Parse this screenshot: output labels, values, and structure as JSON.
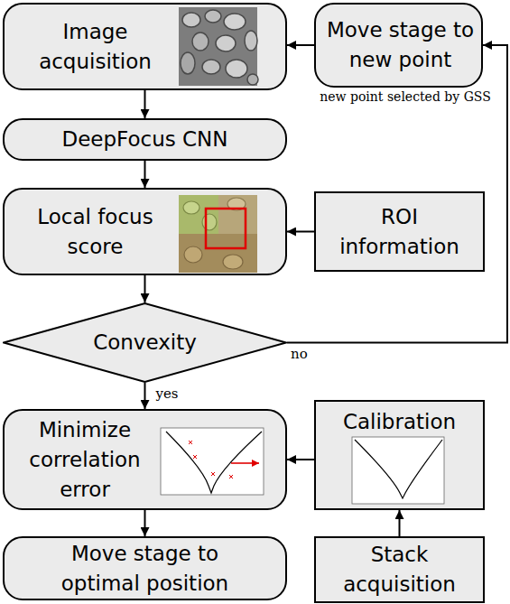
{
  "diagram": {
    "nodes": [
      {
        "text": [
          "Image acquisition"
        ]
      },
      {
        "text": [
          "Move stage to new point"
        ]
      },
      {
        "text": [
          "DeepFocus CNN"
        ]
      },
      {
        "text": [
          "Local focus score"
        ]
      },
      {
        "text": [
          "ROI information"
        ]
      },
      {
        "text": [
          "Convexity"
        ]
      },
      {
        "text": [
          "Minimize correlation error"
        ]
      },
      {
        "text": [
          "Calibration"
        ]
      },
      {
        "text": [
          "Move stage to optimal position"
        ]
      },
      {
        "text": [
          "Stack acquisition"
        ]
      }
    ],
    "edges": [
      {
        "from": 1,
        "to": 0,
        "arrow": "to"
      },
      {
        "from": 0,
        "to": 2,
        "arrow": "to"
      },
      {
        "from": 2,
        "to": 3,
        "arrow": "to"
      },
      {
        "from": 4,
        "to": 3,
        "arrow": "to"
      },
      {
        "from": 3,
        "to": 5,
        "arrow": "to"
      },
      {
        "from": 5,
        "to": 1,
        "label": "no",
        "arrow": "to"
      },
      {
        "from": 5,
        "to": 6,
        "label": "yes",
        "arrow": "to"
      },
      {
        "from": 7,
        "to": 6,
        "arrow": "to"
      },
      {
        "from": 6,
        "to": 8,
        "arrow": "to"
      },
      {
        "from": 9,
        "to": 7,
        "arrow": "to"
      }
    ],
    "labels": [
      "new point selected by GSS"
    ]
  }
}
